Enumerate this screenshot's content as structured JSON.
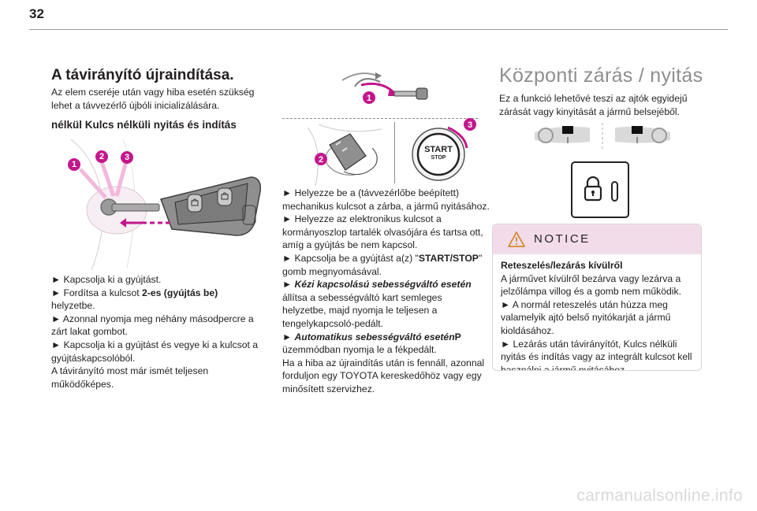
{
  "page_number": "32",
  "left": {
    "title": "A távirányító újraindítása.",
    "intro": [
      "Az elem cseréje után vagy hiba esetén szükség",
      "lehet a távvezérlő újbóli inicializálására."
    ],
    "subtitle": "nélkül Kulcs nélküli nyitás és indítás",
    "callouts": [
      "1",
      "2",
      "3"
    ],
    "steps": [
      "► Kapcsolja ki a gyújtást.",
      "► Fordítsa a kulcsot ",
      "2-es (gyújtás be)",
      "helyzetbe.",
      "► Azonnal nyomja meg néhány másodpercre a",
      "zárt lakat gombot.",
      "► Kapcsolja ki a gyújtást és vegye ki a kulcsot a",
      "gyújtáskapcsolóból.",
      "A távirányító most már ismét teljesen",
      "működőképes."
    ]
  },
  "middle": {
    "callouts": [
      "1",
      "2",
      "3"
    ],
    "start_button": [
      "START",
      "STOP"
    ],
    "lines": [
      "► Helyezze be a (távvezérlőbe beépített)",
      "mechanikus kulcsot a zárba, a jármű nyitásához.",
      "► Helyezze az elektronikus kulcsot a",
      "kormányoszlop tartalék olvasójára és tartsa ott,",
      "amíg a gyújtás be nem kapcsol.",
      "► Kapcsolja be a gyújtást a(z) \"",
      "START/STOP",
      "\"",
      "gomb megnyomásával.",
      "► ",
      "Kézi kapcsolású sebességváltó esetén",
      "állítsa a sebességváltó kart semleges",
      "helyzetbe, majd nyomja le teljesen a",
      "tengelykapcsoló-pedált.",
      "► ",
      "Automatikus sebességváltó esetén",
      "P",
      "üzemmódban nyomja le a fékpedált.",
      "Ha a hiba az újraindítás után is fennáll, azonnal",
      "forduljon egy TOYOTA kereskedőhöz vagy egy",
      "minősített szervizhez."
    ]
  },
  "right": {
    "title": "Központi zárás / nyitás",
    "intro": [
      "Ez a funkció lehetővé teszi az ajtók egyidejű",
      "zárását vagy kinyitását a jármű belsejéből."
    ],
    "notice": {
      "title": "NOTICE",
      "subtitle": "Reteszelés/lezárás kívülről",
      "lines": [
        "A járművet kívülről bezárva vagy lezárva a",
        "jelzőlámpa villog és a gomb nem működik.",
        "► A normál reteszelés után húzza meg",
        "valamelyik ajtó belső nyitókarját a jármű",
        "kioldásához.",
        "► Lezárás után távirányítót, Kulcs nélküli",
        "nyitás és indítás vagy az integrált kulcsot kell",
        "használni a jármű nyitásához."
      ]
    }
  },
  "colors": {
    "accent_magenta": "#c2178a",
    "notice_bg": "#f2dcea",
    "notice_icon": "#d48a2c"
  },
  "watermark": "carmanualsonline.info"
}
